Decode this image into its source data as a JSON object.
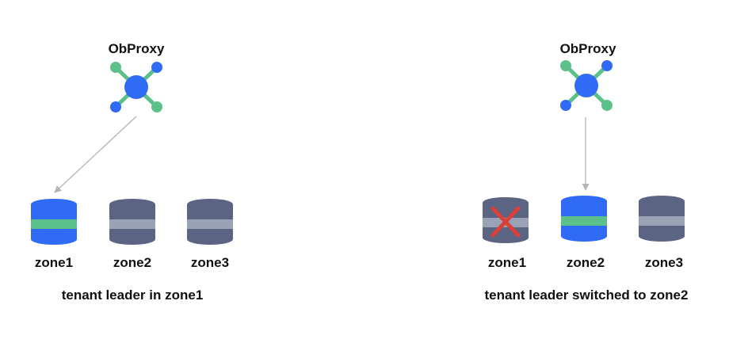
{
  "colors": {
    "active_db_body": "#2f6bf4",
    "active_db_band": "#5cc08a",
    "inactive_db_body": "#5b6482",
    "inactive_db_band": "#9aa3b6",
    "proxy_center": "#2f6bf4",
    "proxy_blue_node": "#2f6bf4",
    "proxy_green_node": "#5cc08a",
    "proxy_link_color": "#5cc08a",
    "arrow_color": "#b5b5b5",
    "failure_mark": "#d9403a"
  },
  "panels": [
    {
      "proxy_title": "ObProxy",
      "caption": "tenant leader in zone1",
      "zones": [
        {
          "label": "zone1",
          "state": "active"
        },
        {
          "label": "zone2",
          "state": "inactive"
        },
        {
          "label": "zone3",
          "state": "inactive"
        }
      ],
      "routes_to": "zone1"
    },
    {
      "proxy_title": "ObProxy",
      "caption": "tenant leader switched to zone2",
      "zones": [
        {
          "label": "zone1",
          "state": "failed"
        },
        {
          "label": "zone2",
          "state": "active"
        },
        {
          "label": "zone3",
          "state": "inactive"
        }
      ],
      "routes_to": "zone2"
    }
  ]
}
